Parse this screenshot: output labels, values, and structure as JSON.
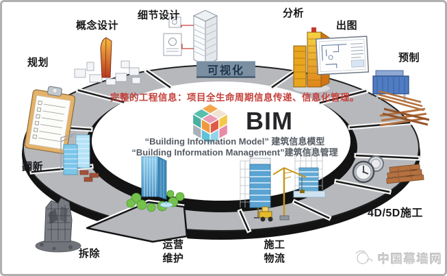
{
  "colors": {
    "accent_red": "#c4403a",
    "banner_bg": "#7b8fa2",
    "banner_text": "#1c3349",
    "ring_gray": "#b6b8bc",
    "ring_black": "#141414",
    "label_text": "#18181a",
    "watermark_gray": "#cbcbcb"
  },
  "banner": {
    "label": "可视化"
  },
  "center": {
    "info_line": "完整的工程信息：项目全生命周期信息传递、信息化管理。",
    "acronym": "BIM",
    "model_line": "“Building Information Model” 建筑信息模型",
    "management_line": "“Building Information Management”建筑信息管理"
  },
  "stages": [
    {
      "id": "planning",
      "label": "规划"
    },
    {
      "id": "concept-design",
      "label": "概念设计"
    },
    {
      "id": "detail-design",
      "label": "细节设计"
    },
    {
      "id": "analysis",
      "label": "分析"
    },
    {
      "id": "drawing-output",
      "label": "出图"
    },
    {
      "id": "prefabrication",
      "label": "预制"
    },
    {
      "id": "4d5d-construction",
      "label": "4D/5D施工"
    },
    {
      "id": "construction-logistics",
      "label": "施工\n物流"
    },
    {
      "id": "operation-maintenance",
      "label": "运营\n维护"
    },
    {
      "id": "demolition",
      "label": "拆除"
    },
    {
      "id": "renovation",
      "label": "翻新"
    }
  ],
  "watermark": {
    "text": "中国幕墙网"
  },
  "icons": {
    "bim-cube-logo": "isometric multicolor cube",
    "clipboard-checklist-icon": "clipboard with checklist",
    "concept-city-icon": "massing model with orange tower",
    "detail-building-icon": "skyscraper with red detail callouts",
    "analysis-building-icon": "orange analysis tower",
    "floor-plan-icon": "architectural floor plan sheet",
    "prefab-machine-icon": "prefab machine extruding beams",
    "lumber-pile-icon": "pile of beams",
    "scaffold-building-icon": "building under construction",
    "clock-cost-icon": "clock and coin for 4D time and 5D cost",
    "tower-crane-icon": "tower crane",
    "forklift-icon": "forklift",
    "office-tower-icon": "glass tower with trees and fountain",
    "renovation-towers-icon": "towers with crane and brick piles",
    "demolished-building-icon": "demolished building with rubble",
    "flow-arrow-icon": "lifecycle flow arrow",
    "watermark-logo-icon": "site logo"
  }
}
